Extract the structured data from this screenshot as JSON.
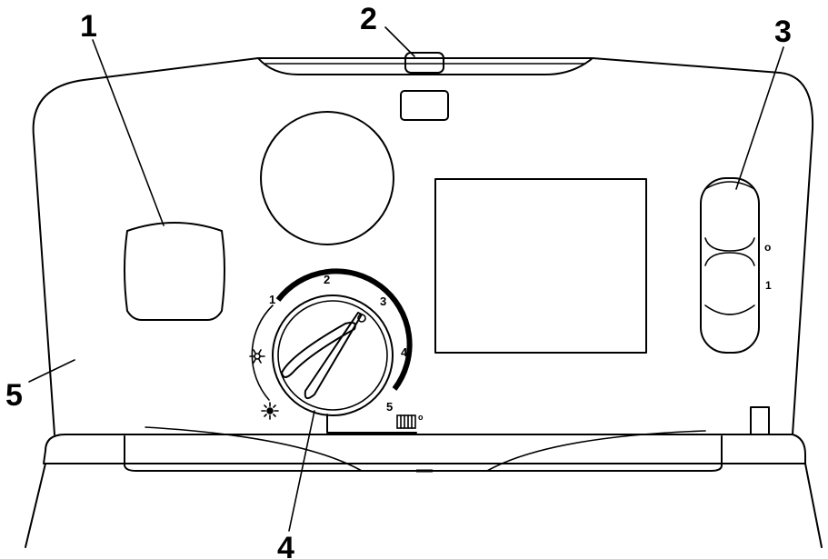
{
  "callouts": [
    "1",
    "2",
    "3",
    "4",
    "5"
  ],
  "dial": {
    "scale_labels": [
      "1",
      "2",
      "3",
      "4",
      "5"
    ],
    "icons": [
      "snowflake-icon",
      "sun-icon",
      "radiator-icon"
    ],
    "radiator_suffix": "o"
  },
  "switch": {
    "off_label": "o",
    "on_label": "1"
  },
  "colors": {
    "line": "#000000",
    "background": "#ffffff"
  }
}
